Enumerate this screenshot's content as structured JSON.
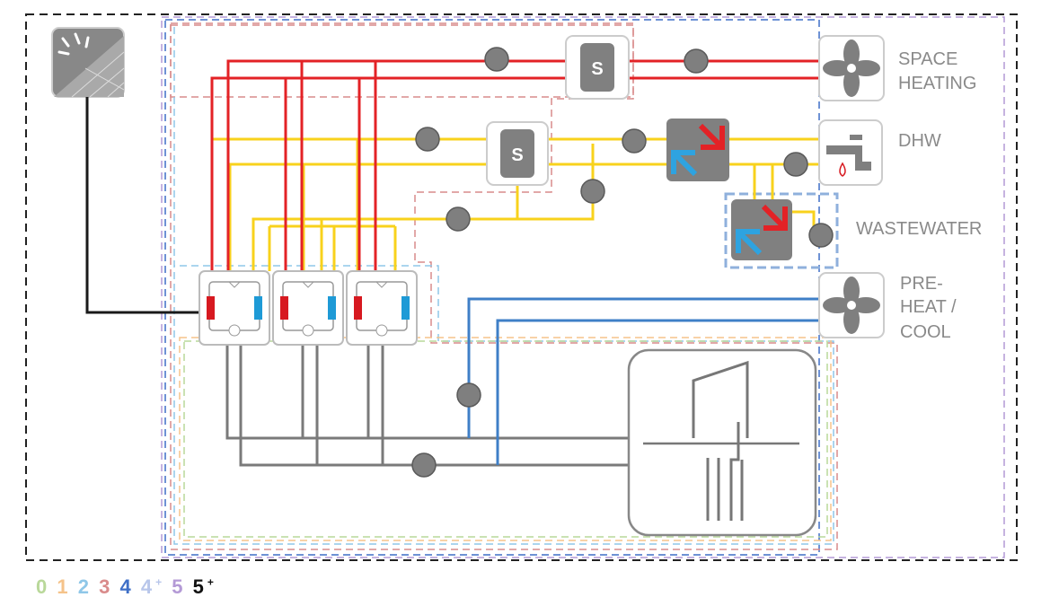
{
  "labels": {
    "space_heating_1": "SPACE",
    "space_heating_2": "HEATING",
    "dhw": "DHW",
    "wastewater": "WASTEWATER",
    "preheat_1": "PRE-",
    "preheat_2": "HEAT /",
    "preheat_3": "COOL",
    "storage_1": "S",
    "storage_2": "S"
  },
  "legend": {
    "l0": "0",
    "l1": "1",
    "l2": "2",
    "l3": "3",
    "l4": "4",
    "l4p": "4",
    "l4p_sup": "+",
    "l5": "5",
    "l5p": "5",
    "l5p_sup": "+"
  },
  "colors": {
    "hot": "#e32226",
    "warm": "#f8d21c",
    "cold": "#3f7fc7",
    "ground": "#7a7a7a",
    "power": "#1a1a1a",
    "icon": "#808080",
    "legend_0": "#b9d89a",
    "legend_1": "#f5c38a",
    "legend_2": "#8fc7e8",
    "legend_3": "#d98b8b",
    "legend_4": "#3f6fc7",
    "legend_4p": "#b8c6ea",
    "legend_5": "#b49ad6",
    "legend_5p": "#111111"
  }
}
